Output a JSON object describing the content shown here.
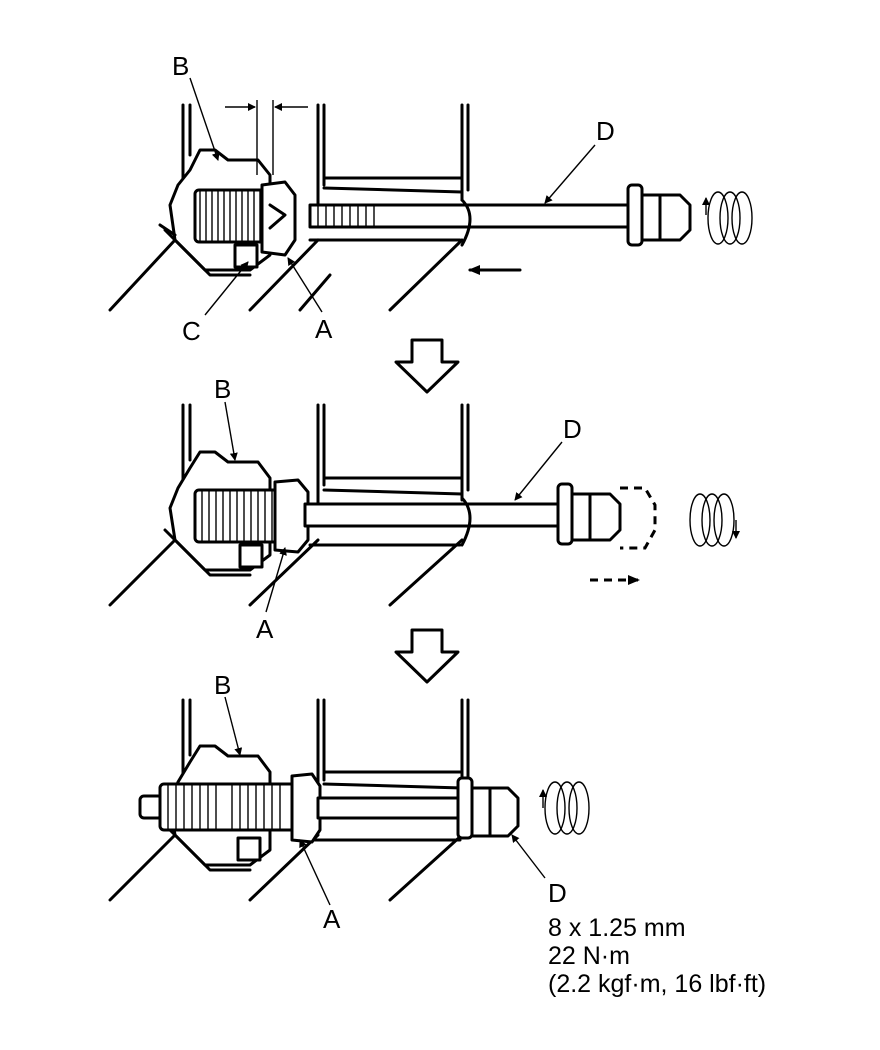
{
  "labels": {
    "a": "A",
    "b": "B",
    "c": "C",
    "d": "D"
  },
  "spec": {
    "line1": "8 x 1.25 mm",
    "line2": "22 N·m",
    "line3": "(2.2 kgf·m, 16 lbf·ft)"
  },
  "colors": {
    "ink": "#000000",
    "paper": "#ffffff"
  },
  "icons": {
    "step_arrow": "hollow-down-arrow",
    "push_arrow": "solid-left-arrow",
    "pull_arrow": "dashed-right-arrow",
    "rotation": "spiral-rotation-icon"
  }
}
